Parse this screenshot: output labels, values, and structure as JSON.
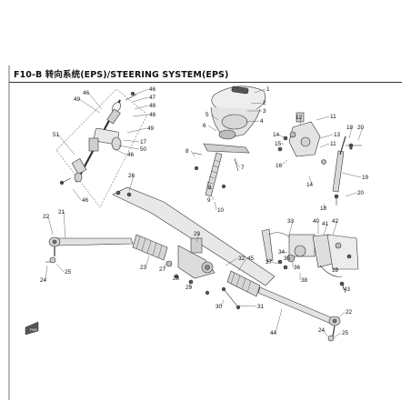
{
  "page": {
    "title": "F10-B 转向系统(EPS)/STEERING SYSTEM(EPS)",
    "colors": {
      "line": "#333333",
      "fill": "#f3f3f3",
      "shade": "#cfcfcf",
      "dark": "#555555"
    }
  },
  "callouts": [
    {
      "id": "c1",
      "text": "1"
    },
    {
      "id": "c2",
      "text": "2"
    },
    {
      "id": "c3",
      "text": "3"
    },
    {
      "id": "c4",
      "text": "4"
    },
    {
      "id": "c5",
      "text": "5"
    },
    {
      "id": "c6",
      "text": "6"
    },
    {
      "id": "c7",
      "text": "7"
    },
    {
      "id": "c8a",
      "text": "8"
    },
    {
      "id": "c8b",
      "text": "8"
    },
    {
      "id": "c9",
      "text": "9"
    },
    {
      "id": "c10",
      "text": "10"
    },
    {
      "id": "c11a",
      "text": "11"
    },
    {
      "id": "c11b",
      "text": "11"
    },
    {
      "id": "c12",
      "text": "12"
    },
    {
      "id": "c13",
      "text": "13"
    },
    {
      "id": "c14a",
      "text": "14"
    },
    {
      "id": "c14b",
      "text": "14"
    },
    {
      "id": "c15",
      "text": "15"
    },
    {
      "id": "c16",
      "text": "16"
    },
    {
      "id": "c17",
      "text": "17"
    },
    {
      "id": "c18a",
      "text": "18"
    },
    {
      "id": "c18b",
      "text": "18"
    },
    {
      "id": "c19",
      "text": "19"
    },
    {
      "id": "c20a",
      "text": "20"
    },
    {
      "id": "c20b",
      "text": "20"
    },
    {
      "id": "c21",
      "text": "21"
    },
    {
      "id": "c22a",
      "text": "22"
    },
    {
      "id": "c22b",
      "text": "22"
    },
    {
      "id": "c23",
      "text": "23"
    },
    {
      "id": "c24a",
      "text": "24"
    },
    {
      "id": "c24b",
      "text": "24"
    },
    {
      "id": "c25a",
      "text": "25"
    },
    {
      "id": "c25b",
      "text": "25"
    },
    {
      "id": "c26",
      "text": "26"
    },
    {
      "id": "c27",
      "text": "27"
    },
    {
      "id": "c28",
      "text": "28"
    },
    {
      "id": "c29a",
      "text": "29"
    },
    {
      "id": "c29b",
      "text": "29"
    },
    {
      "id": "c30",
      "text": "30"
    },
    {
      "id": "c31",
      "text": "31"
    },
    {
      "id": "c32",
      "text": "32"
    },
    {
      "id": "c33",
      "text": "33"
    },
    {
      "id": "c34",
      "text": "34"
    },
    {
      "id": "c35",
      "text": "35"
    },
    {
      "id": "c36",
      "text": "36"
    },
    {
      "id": "c37",
      "text": "37"
    },
    {
      "id": "c38",
      "text": "38"
    },
    {
      "id": "c39",
      "text": "39"
    },
    {
      "id": "c40",
      "text": "40"
    },
    {
      "id": "c41",
      "text": "41"
    },
    {
      "id": "c42",
      "text": "42"
    },
    {
      "id": "c43",
      "text": "43"
    },
    {
      "id": "c44",
      "text": "44"
    },
    {
      "id": "c45",
      "text": "45"
    },
    {
      "id": "c46a",
      "text": "46"
    },
    {
      "id": "c46b",
      "text": "46"
    },
    {
      "id": "c46c",
      "text": "46"
    },
    {
      "id": "c46d",
      "text": "46"
    },
    {
      "id": "c47",
      "text": "47"
    },
    {
      "id": "c48a",
      "text": "48"
    },
    {
      "id": "c48b",
      "text": "48"
    },
    {
      "id": "c49a",
      "text": "49"
    },
    {
      "id": "c49b",
      "text": "49"
    },
    {
      "id": "c50",
      "text": "50"
    },
    {
      "id": "c51",
      "text": "51"
    }
  ],
  "badge": {
    "text": "FWD"
  }
}
